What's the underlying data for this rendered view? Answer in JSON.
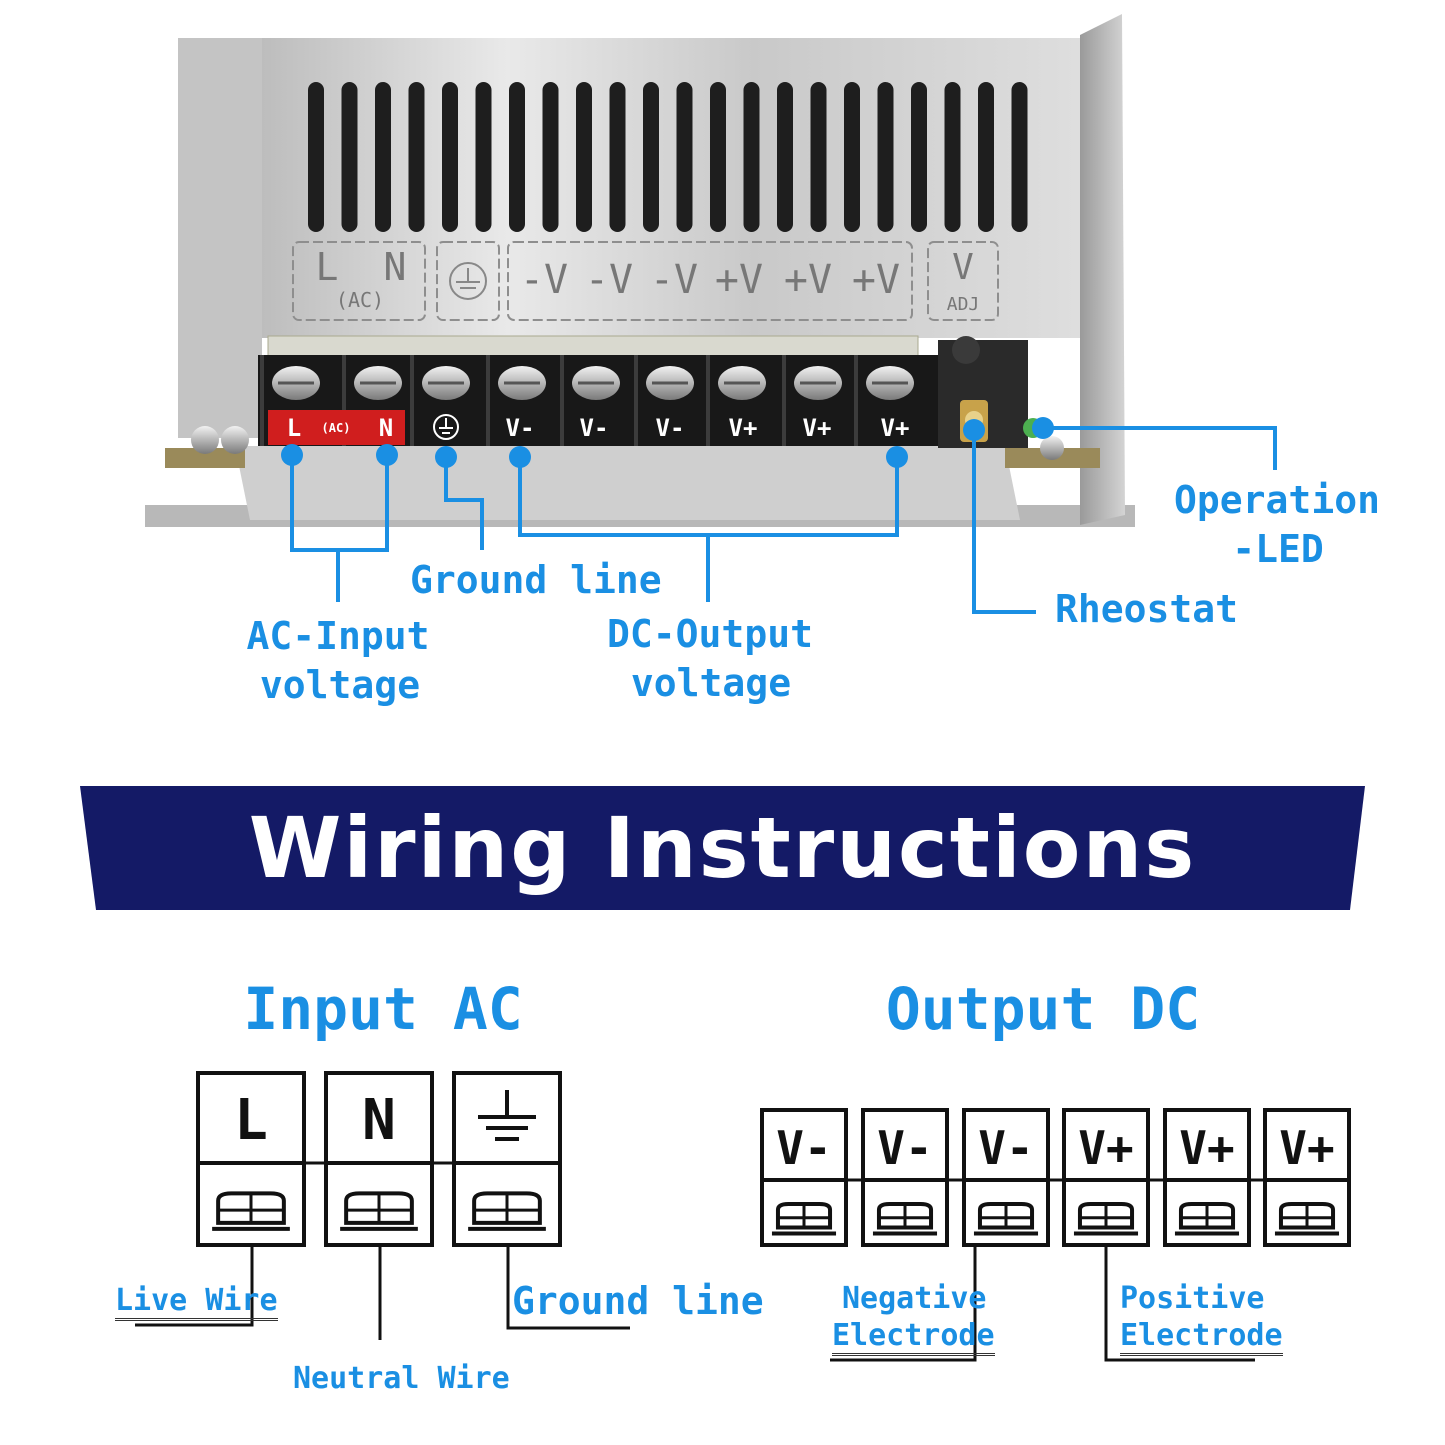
{
  "colors": {
    "accent": "#1a8fe3",
    "banner": "#141a66"
  },
  "psu": {
    "cover_labels": [
      "L",
      "N",
      "-V",
      "-V",
      "-V",
      "+V",
      "+V",
      "+V",
      "V"
    ],
    "cover_ac": "(AC)",
    "cover_adj": "ADJ",
    "terminals": [
      "L",
      "N",
      "V-",
      "V-",
      "V-",
      "V+",
      "V+",
      "V+"
    ],
    "terminal_ac": "(AC)"
  },
  "callouts": {
    "ground_line": "Ground line",
    "ac_input": [
      "AC-Input",
      "voltage"
    ],
    "dc_output": [
      "DC-Output",
      "voltage"
    ],
    "rheostat": "Rheostat",
    "operation_led": [
      "Operation",
      "-LED"
    ]
  },
  "banner": {
    "title": "Wiring Instructions"
  },
  "input_ac": {
    "heading": "Input AC",
    "terminals": [
      "L",
      "N"
    ],
    "labels": {
      "live": "Live Wire",
      "neutral": "Neutral Wire",
      "ground": "Ground line"
    }
  },
  "output_dc": {
    "heading": "Output DC",
    "terminals": [
      "V-",
      "V-",
      "V-",
      "V+",
      "V+",
      "V+"
    ],
    "labels": {
      "negative": [
        "Negative",
        "Electrode"
      ],
      "positive": [
        "Positive",
        "Electrode"
      ]
    }
  }
}
